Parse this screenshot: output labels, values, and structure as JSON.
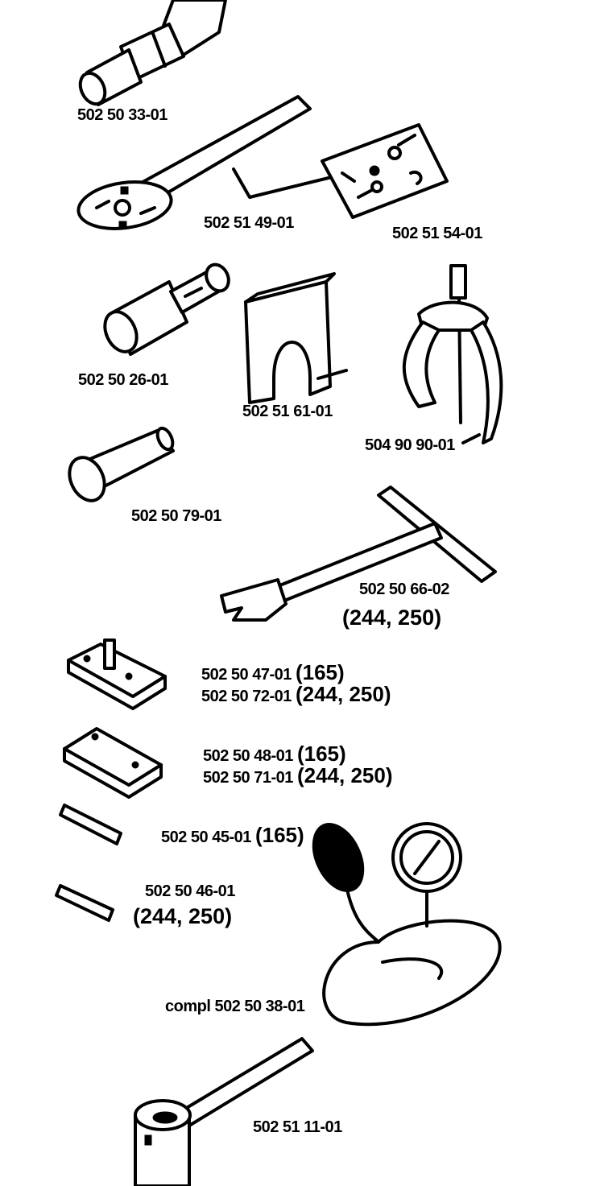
{
  "parts": [
    {
      "id": "p1",
      "number": "502 50 33-01"
    },
    {
      "id": "p2",
      "number": "502 51 49-01"
    },
    {
      "id": "p3",
      "number": "502 51 54-01"
    },
    {
      "id": "p4",
      "number": "502 50 26-01"
    },
    {
      "id": "p5",
      "number": "502 51 61-01"
    },
    {
      "id": "p6",
      "number": "504 90 90-01"
    },
    {
      "id": "p7",
      "number": "502 50 79-01"
    },
    {
      "id": "p8",
      "number": "502 50 66-02",
      "models": "(244, 250)"
    },
    {
      "id": "p9",
      "number": "502 50 47-01",
      "models": "(165)"
    },
    {
      "id": "p10",
      "number": "502 50 72-01",
      "models": "(244, 250)"
    },
    {
      "id": "p11",
      "number": "502 50 48-01",
      "models": "(165)"
    },
    {
      "id": "p12",
      "number": "502 50 71-01",
      "models": "(244, 250)"
    },
    {
      "id": "p13",
      "number": "502 50 45-01",
      "models": "(165)"
    },
    {
      "id": "p14",
      "number": "502 50 46-01",
      "models": "(244, 250)"
    },
    {
      "id": "p15",
      "number": "compl 502 50 38-01"
    },
    {
      "id": "p16",
      "number": "502 51 11-01"
    }
  ]
}
